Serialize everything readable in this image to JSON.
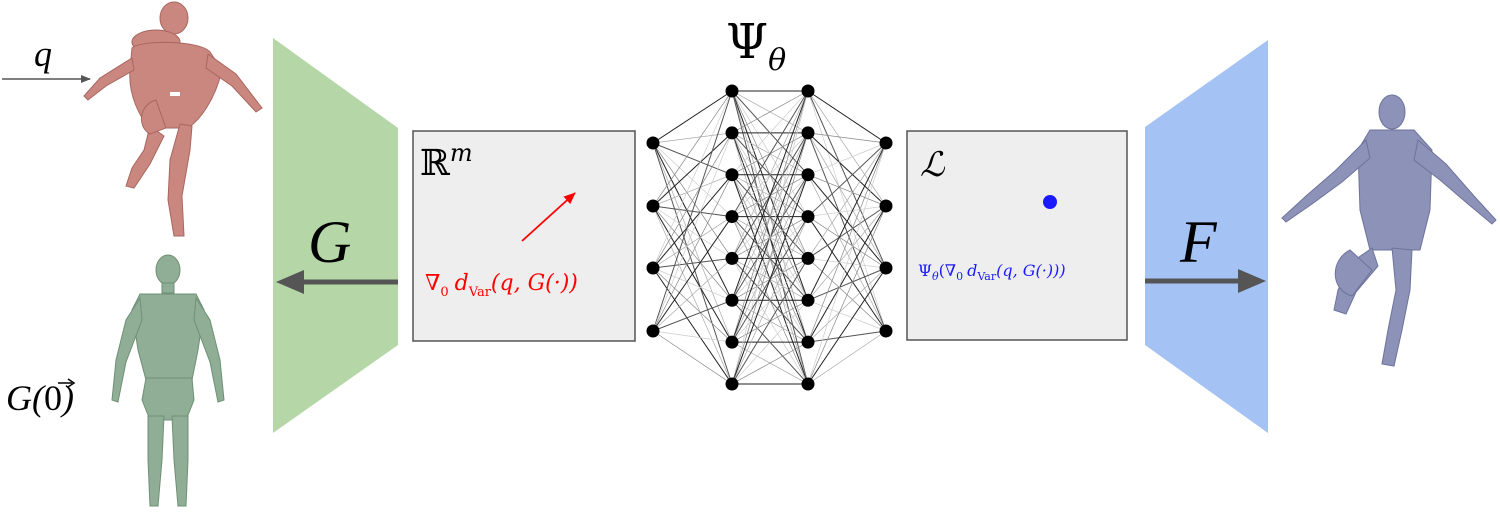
{
  "diagram": {
    "input_label": "q",
    "template_label_prefix": "G(",
    "template_label_vec": "0",
    "template_label_suffix": ")",
    "decoder_g_label": "G",
    "latent_space_label_base": "ℝ",
    "latent_space_label_sup": "m",
    "gradient_formula": {
      "nabla": "∇",
      "sub": "0",
      "d": "d",
      "d_sub": "Var",
      "args": "(q, G(·))"
    },
    "network_label_base": "Ψ",
    "network_label_sub": "θ",
    "target_space_label": "ℒ",
    "output_formula": {
      "psi": "Ψ",
      "psi_sub": "θ",
      "open": "(∇",
      "grad_sub": "0",
      "d": "d",
      "d_sub": "Var",
      "args": "(q, G(·)))"
    },
    "decoder_f_label": "F"
  },
  "network": {
    "layer_sizes": [
      4,
      8,
      8,
      4
    ]
  },
  "colors": {
    "encoder_green": "#b5d7a8",
    "decoder_blue": "#a4c2f4",
    "box_fill": "#eeeeee",
    "box_stroke": "#555555",
    "arrow_gray": "#555555",
    "gradient_red": "#ff0000",
    "output_blue": "#1a1aff",
    "mesh_input": "#c98780",
    "mesh_template": "#8fae95",
    "mesh_output": "#8c92b8"
  }
}
